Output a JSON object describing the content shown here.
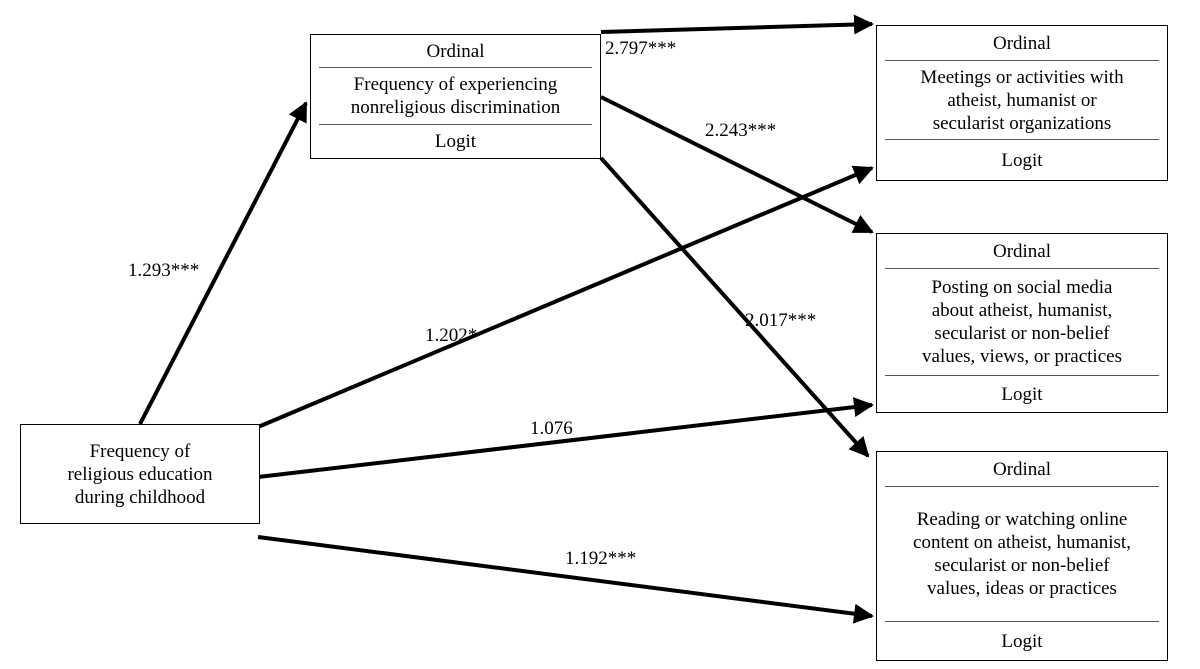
{
  "nodes": {
    "source": {
      "lines": [
        "Frequency of",
        "religious education",
        "during childhood"
      ]
    },
    "discrimination": {
      "type_label": "Ordinal",
      "lines": [
        "Frequency of experiencing",
        "nonreligious discrimination"
      ],
      "method_label": "Logit"
    },
    "meetings": {
      "type_label": "Ordinal",
      "lines": [
        "Meetings or activities with",
        "atheist, humanist or",
        "secularist organizations"
      ],
      "method_label": "Logit"
    },
    "posting": {
      "type_label": "Ordinal",
      "lines": [
        "Posting on social media",
        "about atheist, humanist,",
        "secularist or non-belief",
        "values, views, or practices"
      ],
      "method_label": "Logit"
    },
    "reading": {
      "type_label": "Ordinal",
      "lines": [
        "Reading or watching online",
        "content on atheist, humanist,",
        "secularist or non-belief",
        "values, ideas or practices"
      ],
      "method_label": "Logit"
    }
  },
  "edges": [
    {
      "from": "source",
      "to": "discrimination",
      "coefficient": "1.293***"
    },
    {
      "from": "source",
      "to": "meetings",
      "coefficient": "1.202*"
    },
    {
      "from": "source",
      "to": "posting",
      "coefficient": "1.076"
    },
    {
      "from": "source",
      "to": "reading",
      "coefficient": "1.192***"
    },
    {
      "from": "discrimination",
      "to": "meetings",
      "coefficient": "2.797***"
    },
    {
      "from": "discrimination",
      "to": "posting",
      "coefficient": "2.243***"
    },
    {
      "from": "discrimination",
      "to": "reading",
      "coefficient": "2.017***"
    }
  ]
}
